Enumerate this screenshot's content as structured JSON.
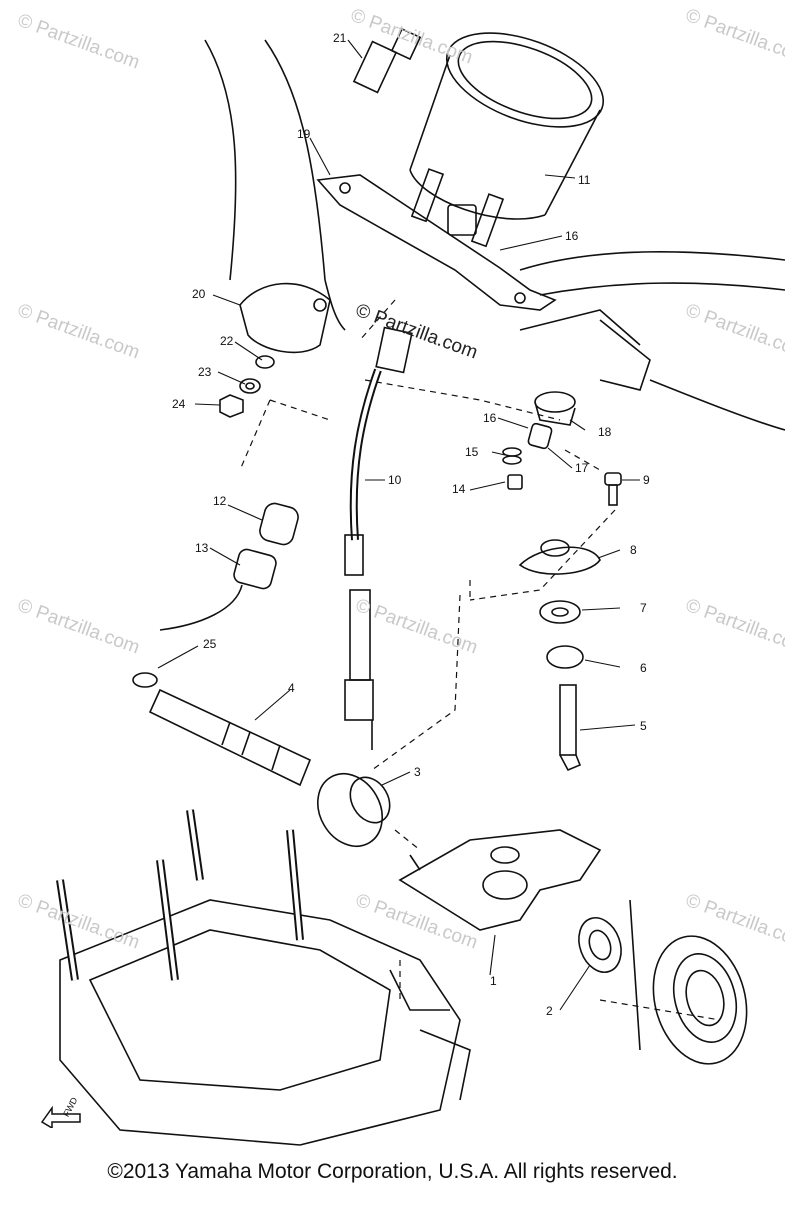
{
  "diagram": {
    "callouts": [
      "1",
      "2",
      "3",
      "4",
      "5",
      "6",
      "7",
      "8",
      "9",
      "10",
      "11",
      "12",
      "13",
      "14",
      "15",
      "16",
      "16",
      "17",
      "18",
      "19",
      "20",
      "21",
      "22",
      "23",
      "24",
      "25"
    ],
    "fwd_label": "FWD"
  },
  "watermarks": {
    "site": "© Partzilla.com"
  },
  "footer": {
    "copyright": "©2013 Yamaha Motor Corporation, U.S.A. All rights reserved."
  }
}
